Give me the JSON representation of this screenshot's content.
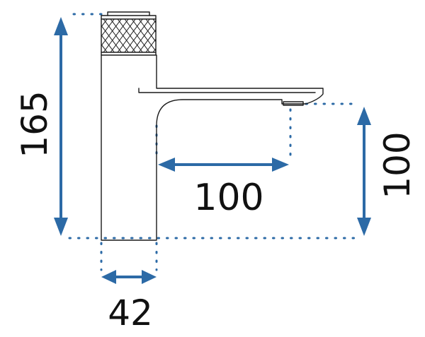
{
  "colors": {
    "dimension_arrow": "#2c6aa6",
    "outline": "#1a1a1a",
    "text": "#111111",
    "background": "#ffffff"
  },
  "dimensions": {
    "total_height": "165",
    "spout_reach": "100",
    "spout_height": "100",
    "body_width": "42"
  }
}
